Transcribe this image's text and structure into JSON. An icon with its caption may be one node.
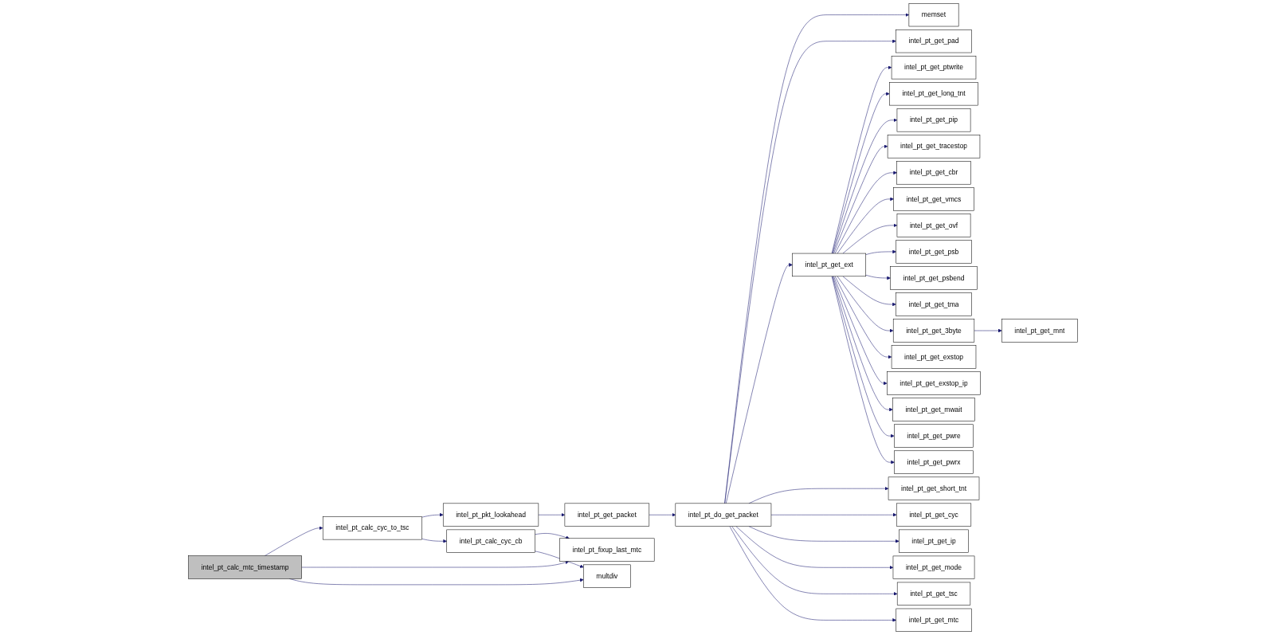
{
  "diagram": {
    "nodes": [
      {
        "text": [
          "intel_pt_calc_mtc_timestamp"
        ]
      },
      {
        "text": [
          "intel_pt_calc_cyc_to_tsc"
        ]
      },
      {
        "text": [
          "intel_pt_pkt_lookahead"
        ]
      },
      {
        "text": [
          "intel_pt_calc_cyc_cb"
        ]
      },
      {
        "text": [
          "intel_pt_fixup_last_mtc"
        ]
      },
      {
        "text": [
          "multdiv"
        ]
      },
      {
        "text": [
          "intel_pt_get_packet"
        ]
      },
      {
        "text": [
          "intel_pt_do_get_packet"
        ]
      },
      {
        "text": [
          "memset"
        ]
      },
      {
        "text": [
          "intel_pt_get_pad"
        ]
      },
      {
        "text": [
          "intel_pt_get_ext"
        ]
      },
      {
        "text": [
          "intel_pt_get_short_tnt"
        ]
      },
      {
        "text": [
          "intel_pt_get_cyc"
        ]
      },
      {
        "text": [
          "intel_pt_get_ip"
        ]
      },
      {
        "text": [
          "intel_pt_get_mode"
        ]
      },
      {
        "text": [
          "intel_pt_get_tsc"
        ]
      },
      {
        "text": [
          "intel_pt_get_mtc"
        ]
      },
      {
        "text": [
          "intel_pt_get_ptwrite"
        ]
      },
      {
        "text": [
          "intel_pt_get_long_tnt"
        ]
      },
      {
        "text": [
          "intel_pt_get_pip"
        ]
      },
      {
        "text": [
          "intel_pt_get_tracestop"
        ]
      },
      {
        "text": [
          "intel_pt_get_cbr"
        ]
      },
      {
        "text": [
          "intel_pt_get_vmcs"
        ]
      },
      {
        "text": [
          "intel_pt_get_ovf"
        ]
      },
      {
        "text": [
          "intel_pt_get_psb"
        ]
      },
      {
        "text": [
          "intel_pt_get_psbend"
        ]
      },
      {
        "text": [
          "intel_pt_get_tma"
        ]
      },
      {
        "text": [
          "intel_pt_get_3byte"
        ]
      },
      {
        "text": [
          "intel_pt_get_exstop"
        ]
      },
      {
        "text": [
          "intel_pt_get_exstop_ip"
        ]
      },
      {
        "text": [
          "intel_pt_get_mwait"
        ]
      },
      {
        "text": [
          "intel_pt_get_pwre"
        ]
      },
      {
        "text": [
          "intel_pt_get_pwrx"
        ]
      },
      {
        "text": [
          "intel_pt_get_mnt"
        ]
      }
    ],
    "edges": [
      {
        "from": 0,
        "to": 1,
        "arrow": "to"
      },
      {
        "from": 0,
        "to": 4,
        "arrow": "to"
      },
      {
        "from": 0,
        "to": 5,
        "arrow": "to"
      },
      {
        "from": 1,
        "to": 2,
        "arrow": "to"
      },
      {
        "from": 1,
        "to": 3,
        "arrow": "to"
      },
      {
        "from": 3,
        "to": 4,
        "arrow": "to"
      },
      {
        "from": 3,
        "to": 5,
        "arrow": "to"
      },
      {
        "from": 2,
        "to": 6,
        "arrow": "to"
      },
      {
        "from": 6,
        "to": 7,
        "arrow": "to"
      },
      {
        "from": 7,
        "to": 8,
        "arrow": "to"
      },
      {
        "from": 7,
        "to": 9,
        "arrow": "to"
      },
      {
        "from": 7,
        "to": 10,
        "arrow": "to"
      },
      {
        "from": 7,
        "to": 11,
        "arrow": "to"
      },
      {
        "from": 7,
        "to": 12,
        "arrow": "to"
      },
      {
        "from": 7,
        "to": 13,
        "arrow": "to"
      },
      {
        "from": 7,
        "to": 14,
        "arrow": "to"
      },
      {
        "from": 7,
        "to": 15,
        "arrow": "to"
      },
      {
        "from": 7,
        "to": 16,
        "arrow": "to"
      },
      {
        "from": 10,
        "to": 17,
        "arrow": "to"
      },
      {
        "from": 10,
        "to": 18,
        "arrow": "to"
      },
      {
        "from": 10,
        "to": 19,
        "arrow": "to"
      },
      {
        "from": 10,
        "to": 20,
        "arrow": "to"
      },
      {
        "from": 10,
        "to": 21,
        "arrow": "to"
      },
      {
        "from": 10,
        "to": 22,
        "arrow": "to"
      },
      {
        "from": 10,
        "to": 23,
        "arrow": "to"
      },
      {
        "from": 10,
        "to": 24,
        "arrow": "to"
      },
      {
        "from": 10,
        "to": 25,
        "arrow": "to"
      },
      {
        "from": 10,
        "to": 26,
        "arrow": "to"
      },
      {
        "from": 10,
        "to": 27,
        "arrow": "to"
      },
      {
        "from": 10,
        "to": 28,
        "arrow": "to"
      },
      {
        "from": 10,
        "to": 29,
        "arrow": "to"
      },
      {
        "from": 10,
        "to": 30,
        "arrow": "to"
      },
      {
        "from": 10,
        "to": 31,
        "arrow": "to"
      },
      {
        "from": 10,
        "to": 32,
        "arrow": "to"
      },
      {
        "from": 27,
        "to": 33,
        "arrow": "to"
      }
    ]
  }
}
